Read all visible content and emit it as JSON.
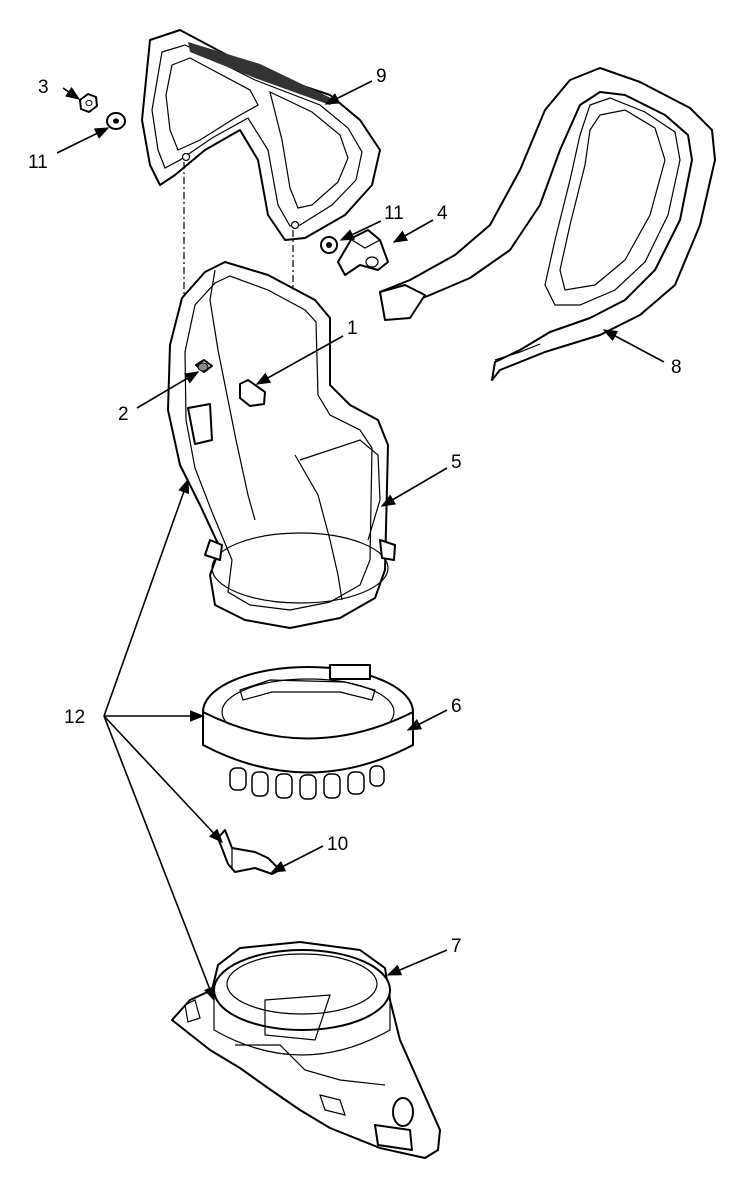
{
  "callouts": {
    "c1": "1",
    "c2": "2",
    "c3": "3",
    "c4": "4",
    "c5": "5",
    "c6": "6",
    "c7": "7",
    "c8": "8",
    "c9": "9",
    "c10": "10",
    "c11a": "11",
    "c11b": "11",
    "c12": "12"
  }
}
